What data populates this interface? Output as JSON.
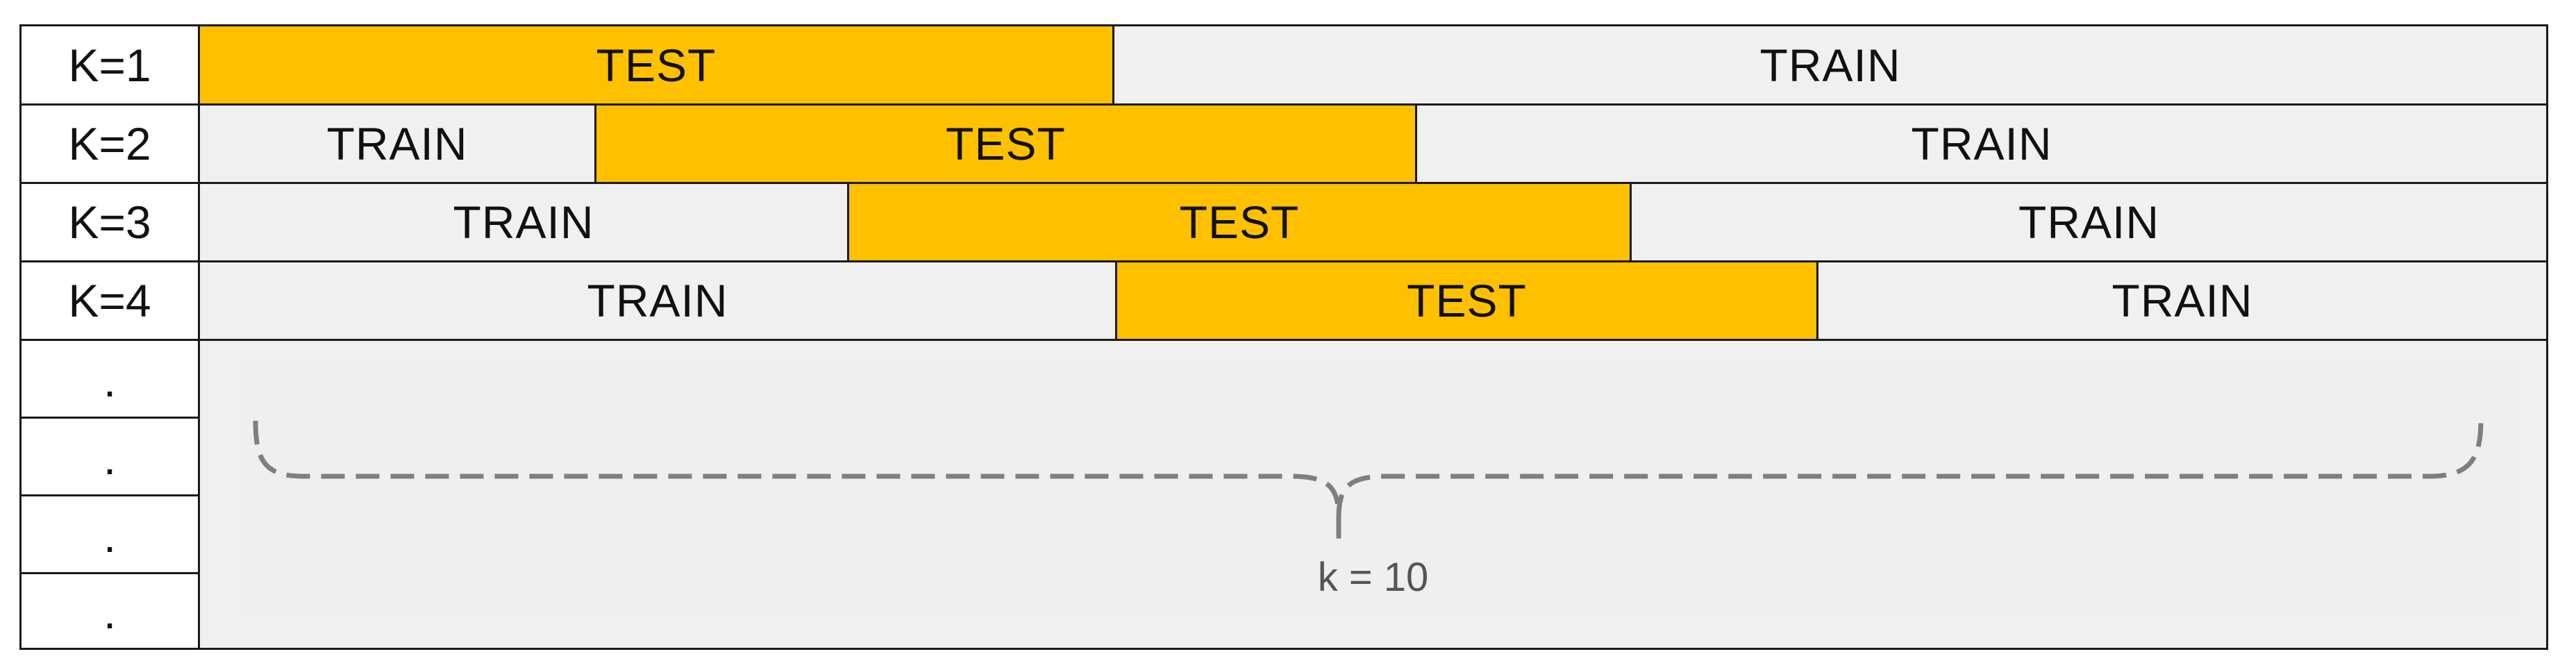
{
  "rows": [
    {
      "label": "K=1",
      "segments": [
        {
          "kind": "test",
          "text": "TEST"
        },
        {
          "kind": "train",
          "text": "TRAIN"
        }
      ]
    },
    {
      "label": "K=2",
      "segments": [
        {
          "kind": "train",
          "text": "TRAIN"
        },
        {
          "kind": "test",
          "text": "TEST"
        },
        {
          "kind": "train",
          "text": "TRAIN"
        }
      ]
    },
    {
      "label": "K=3",
      "segments": [
        {
          "kind": "train",
          "text": "TRAIN"
        },
        {
          "kind": "test",
          "text": "TEST"
        },
        {
          "kind": "train",
          "text": "TRAIN"
        }
      ]
    },
    {
      "label": "K=4",
      "segments": [
        {
          "kind": "train",
          "text": "TRAIN"
        },
        {
          "kind": "test",
          "text": "TEST"
        },
        {
          "kind": "train",
          "text": "TRAIN"
        }
      ]
    }
  ],
  "dots": [
    ".",
    ".",
    ".",
    "."
  ],
  "brace_label": "k = 10",
  "colors": {
    "test": "#ffc000",
    "train": "#f0f0f0",
    "border": "#1a1a1a",
    "brace": "#7f7f7f"
  }
}
